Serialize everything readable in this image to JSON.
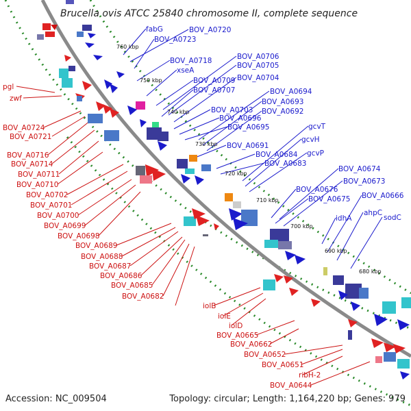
{
  "title": "Brucella ovis ATCC 25840 chromosome II, complete sequence",
  "footer": {
    "accession": "Accession: NC_009504",
    "summary": "Topology: circular; Length: 1,164,220 bp; Genes: 979"
  },
  "colors": {
    "forward_gene": "#1a1acc",
    "reverse_gene": "#cc1111",
    "backbone": "#777777",
    "gc_dots": "#2a8a2a",
    "cog_teal": "#33c4cc",
    "cog_navy": "#3a3a99",
    "cog_blue": "#4a78c8",
    "cog_magenta": "#e020a0",
    "cog_orange": "#ee8811",
    "cog_green": "#33dd88",
    "cog_gray": "#666677",
    "cog_pink": "#ee7788"
  },
  "kbp_ticks": [
    "760 kbp",
    "750 kbp",
    "740 kbp",
    "730 kbp",
    "720 kbp",
    "710 kbp",
    "700 kbp",
    "690 kbp",
    "680 kbp"
  ],
  "labels_forward": [
    "fabG",
    "BOV_A0720",
    "BOV_A0723",
    "BOV_A0718",
    "xseA",
    "BOV_A0706",
    "BOV_A0705",
    "BOV_A0709",
    "BOV_A0704",
    "BOV_A0707",
    "BOV_A0694",
    "BOV_A0693",
    "BOV_A0703",
    "BOV_A0692",
    "BOV_A0696",
    "BOV_A0695",
    "gcvT",
    "gcvH",
    "BOV_A0691",
    "BOV_A0684",
    "gcvP",
    "BOV_A0683",
    "BOV_A0674",
    "BOV_A0673",
    "BOV_A0676",
    "BOV_A0675",
    "BOV_A0666",
    "ahpC",
    "idhA",
    "sodC"
  ],
  "labels_reverse": [
    "pgl",
    "zwf",
    "BOV_A0724",
    "BOV_A0721",
    "BOV_A0716",
    "BOV_A0714",
    "BOV_A0711",
    "BOV_A0710",
    "BOV_A0702",
    "BOV_A0701",
    "BOV_A0700",
    "BOV_A0699",
    "BOV_A0698",
    "BOV_A0689",
    "BOV_A0688",
    "BOV_A0687",
    "BOV_A0686",
    "BOV_A0685",
    "BOV_A0682",
    "iolB",
    "iolE",
    "iolD",
    "BOV_A0665",
    "BOV_A0662",
    "BOV_A0652",
    "BOV_A0651",
    "ribH-2",
    "BOV_A0644"
  ]
}
